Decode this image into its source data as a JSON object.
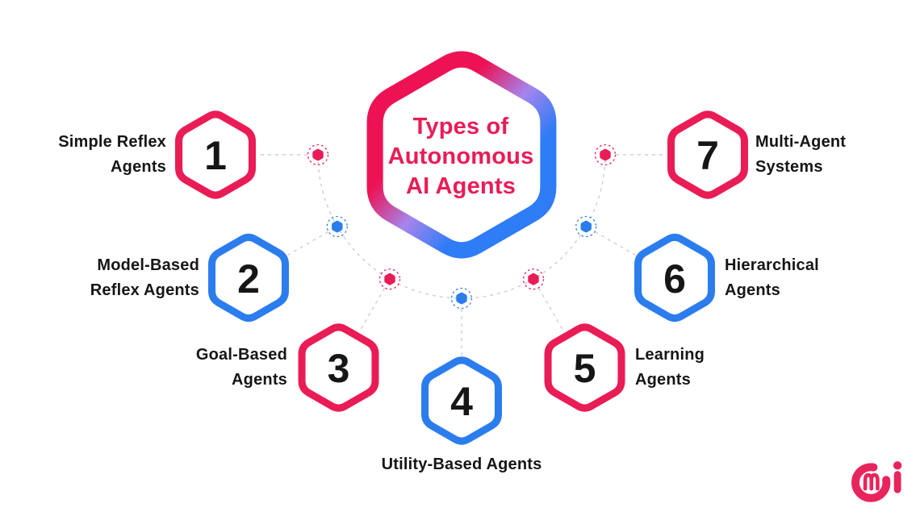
{
  "title": {
    "lines": [
      "Types of",
      "Autonomous",
      "AI Agents"
    ]
  },
  "colors": {
    "pink": "#E91C56",
    "blue": "#2B7DEE",
    "dark": "#161616",
    "connector_line": "#CFCFCF",
    "background": "#FFFFFF",
    "gradient_start": "#ED1254",
    "gradient_mid": "#A585EC",
    "gradient_end": "#2E7CF6",
    "logo": "#E8245C"
  },
  "nodes": [
    {
      "number": "1",
      "label_lines": [
        "Simple Reflex",
        "Agents"
      ],
      "color": "#E91C56"
    },
    {
      "number": "2",
      "label_lines": [
        "Model-Based",
        "Reflex Agents"
      ],
      "color": "#2B7DEE"
    },
    {
      "number": "3",
      "label_lines": [
        "Goal-Based",
        "Agents"
      ],
      "color": "#E91C56"
    },
    {
      "number": "4",
      "label_lines": [
        "Utility-Based Agents"
      ],
      "color": "#2B7DEE"
    },
    {
      "number": "5",
      "label_lines": [
        "Learning",
        "Agents"
      ],
      "color": "#E91C56"
    },
    {
      "number": "6",
      "label_lines": [
        "Hierarchical",
        "Agents"
      ],
      "color": "#2B7DEE"
    },
    {
      "number": "7",
      "label_lines": [
        "Multi-Agent",
        "Systems"
      ],
      "color": "#E91C56"
    }
  ]
}
